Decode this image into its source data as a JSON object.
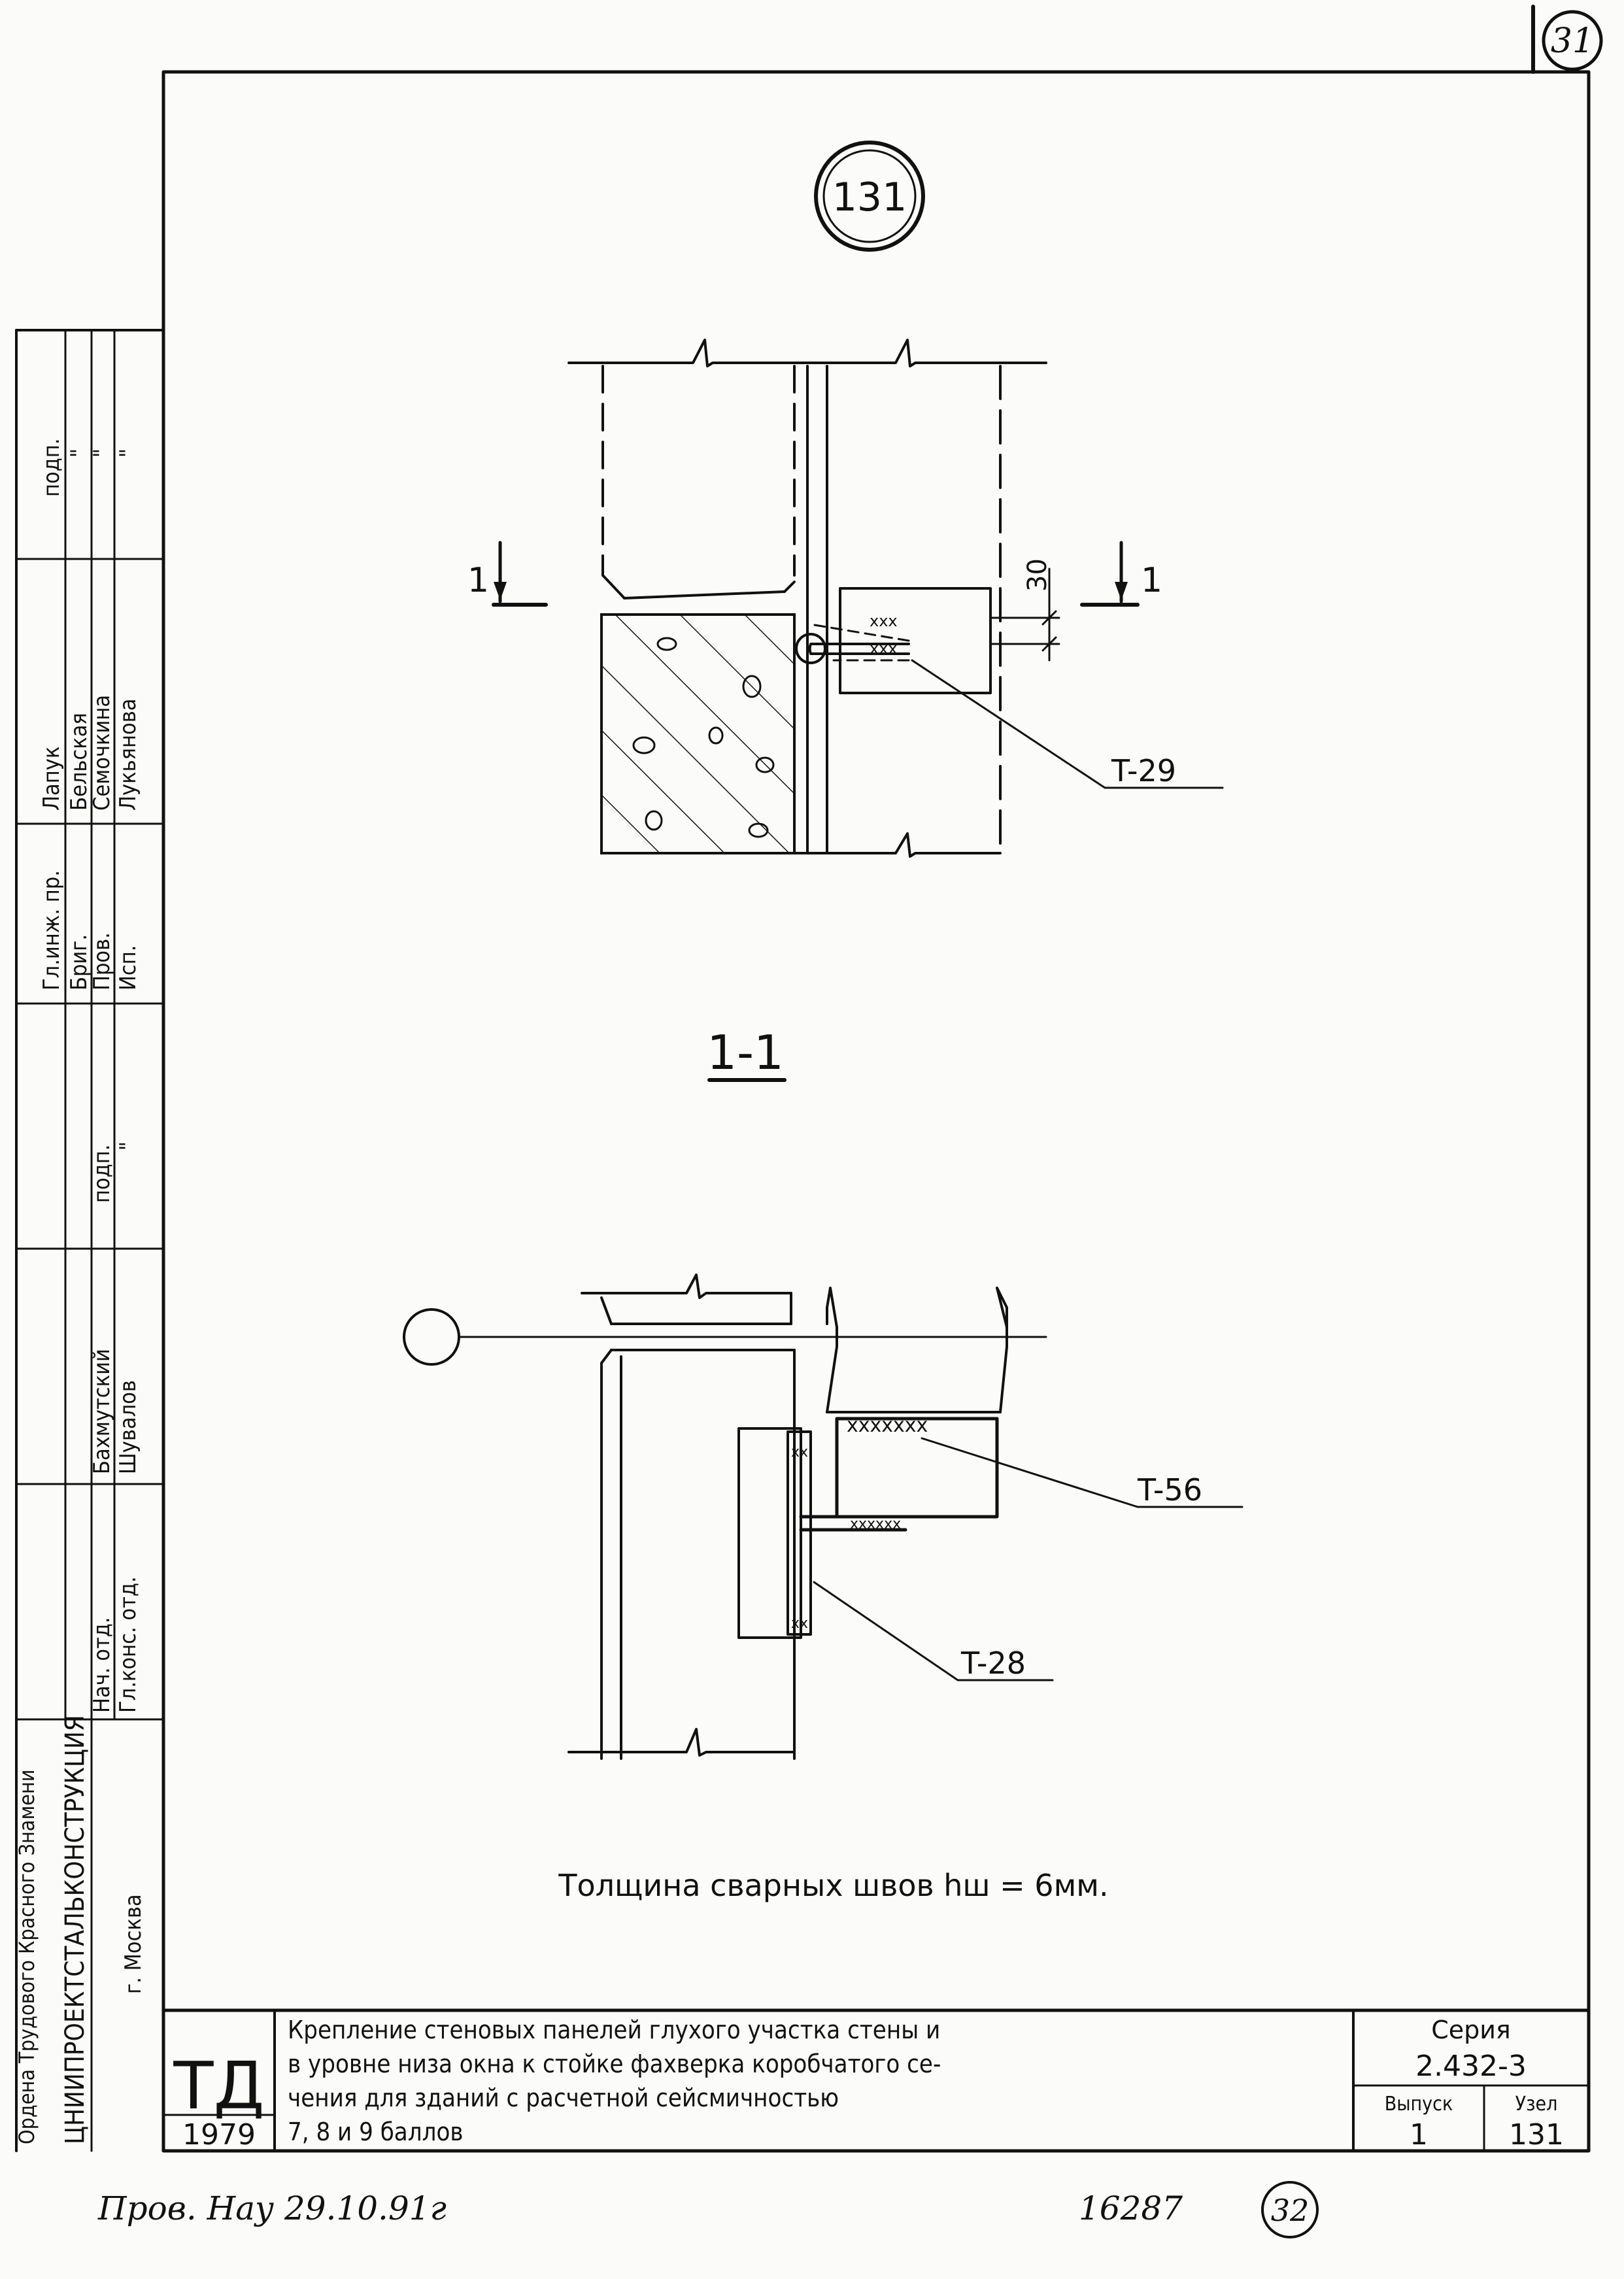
{
  "page_number_top": "31",
  "node_number": "131",
  "section_label": "1-1",
  "cut_marks": {
    "left": "1",
    "right": "1"
  },
  "dimension_30": "30",
  "callouts": {
    "t29": "T-29",
    "t56": "T-56",
    "t28": "T-28"
  },
  "weld_note": "Толщина сварных швов hш = 6мм.",
  "approvals": {
    "roles_a": [
      "Гл.инж. пр.",
      "Бриг.",
      "Пров.",
      "Исп."
    ],
    "names_a": [
      "Лапук",
      "Бельская",
      "Семочкина",
      "Лукьянова"
    ],
    "sign_a": [
      "подп.",
      "\"",
      "\"",
      "\""
    ],
    "roles_b": [
      "Нач. отд.",
      "Гл.конс. отд."
    ],
    "names_b": [
      "Бахмутский",
      "Шувалов"
    ],
    "sign_b": [
      "подп.",
      "\""
    ]
  },
  "org": {
    "order": "Ордена Трудового Красного Знамени",
    "name": "ЦНИИПРОЕКТСТАЛЬКОНСТРУКЦИЯ",
    "city": "г. Москва"
  },
  "title_block": {
    "logo": "ТД",
    "year": "1979",
    "title_lines": [
      "Крепление стеновых панелей глухого участка стены и",
      "в уровне низа окна к стойке фахверка коробчатого се-",
      "чения для зданий с расчетной сейсмичностью",
      "7, 8 и 9 баллов"
    ],
    "series_label": "Серия",
    "series_value": "2.432-3",
    "issue_label": "Выпуск",
    "issue_value": "1",
    "node_label": "Узел",
    "node_value": "131"
  },
  "footer": {
    "checked": "Пров. Нау 29.10.91г",
    "inventory": "16287",
    "page": "32"
  }
}
